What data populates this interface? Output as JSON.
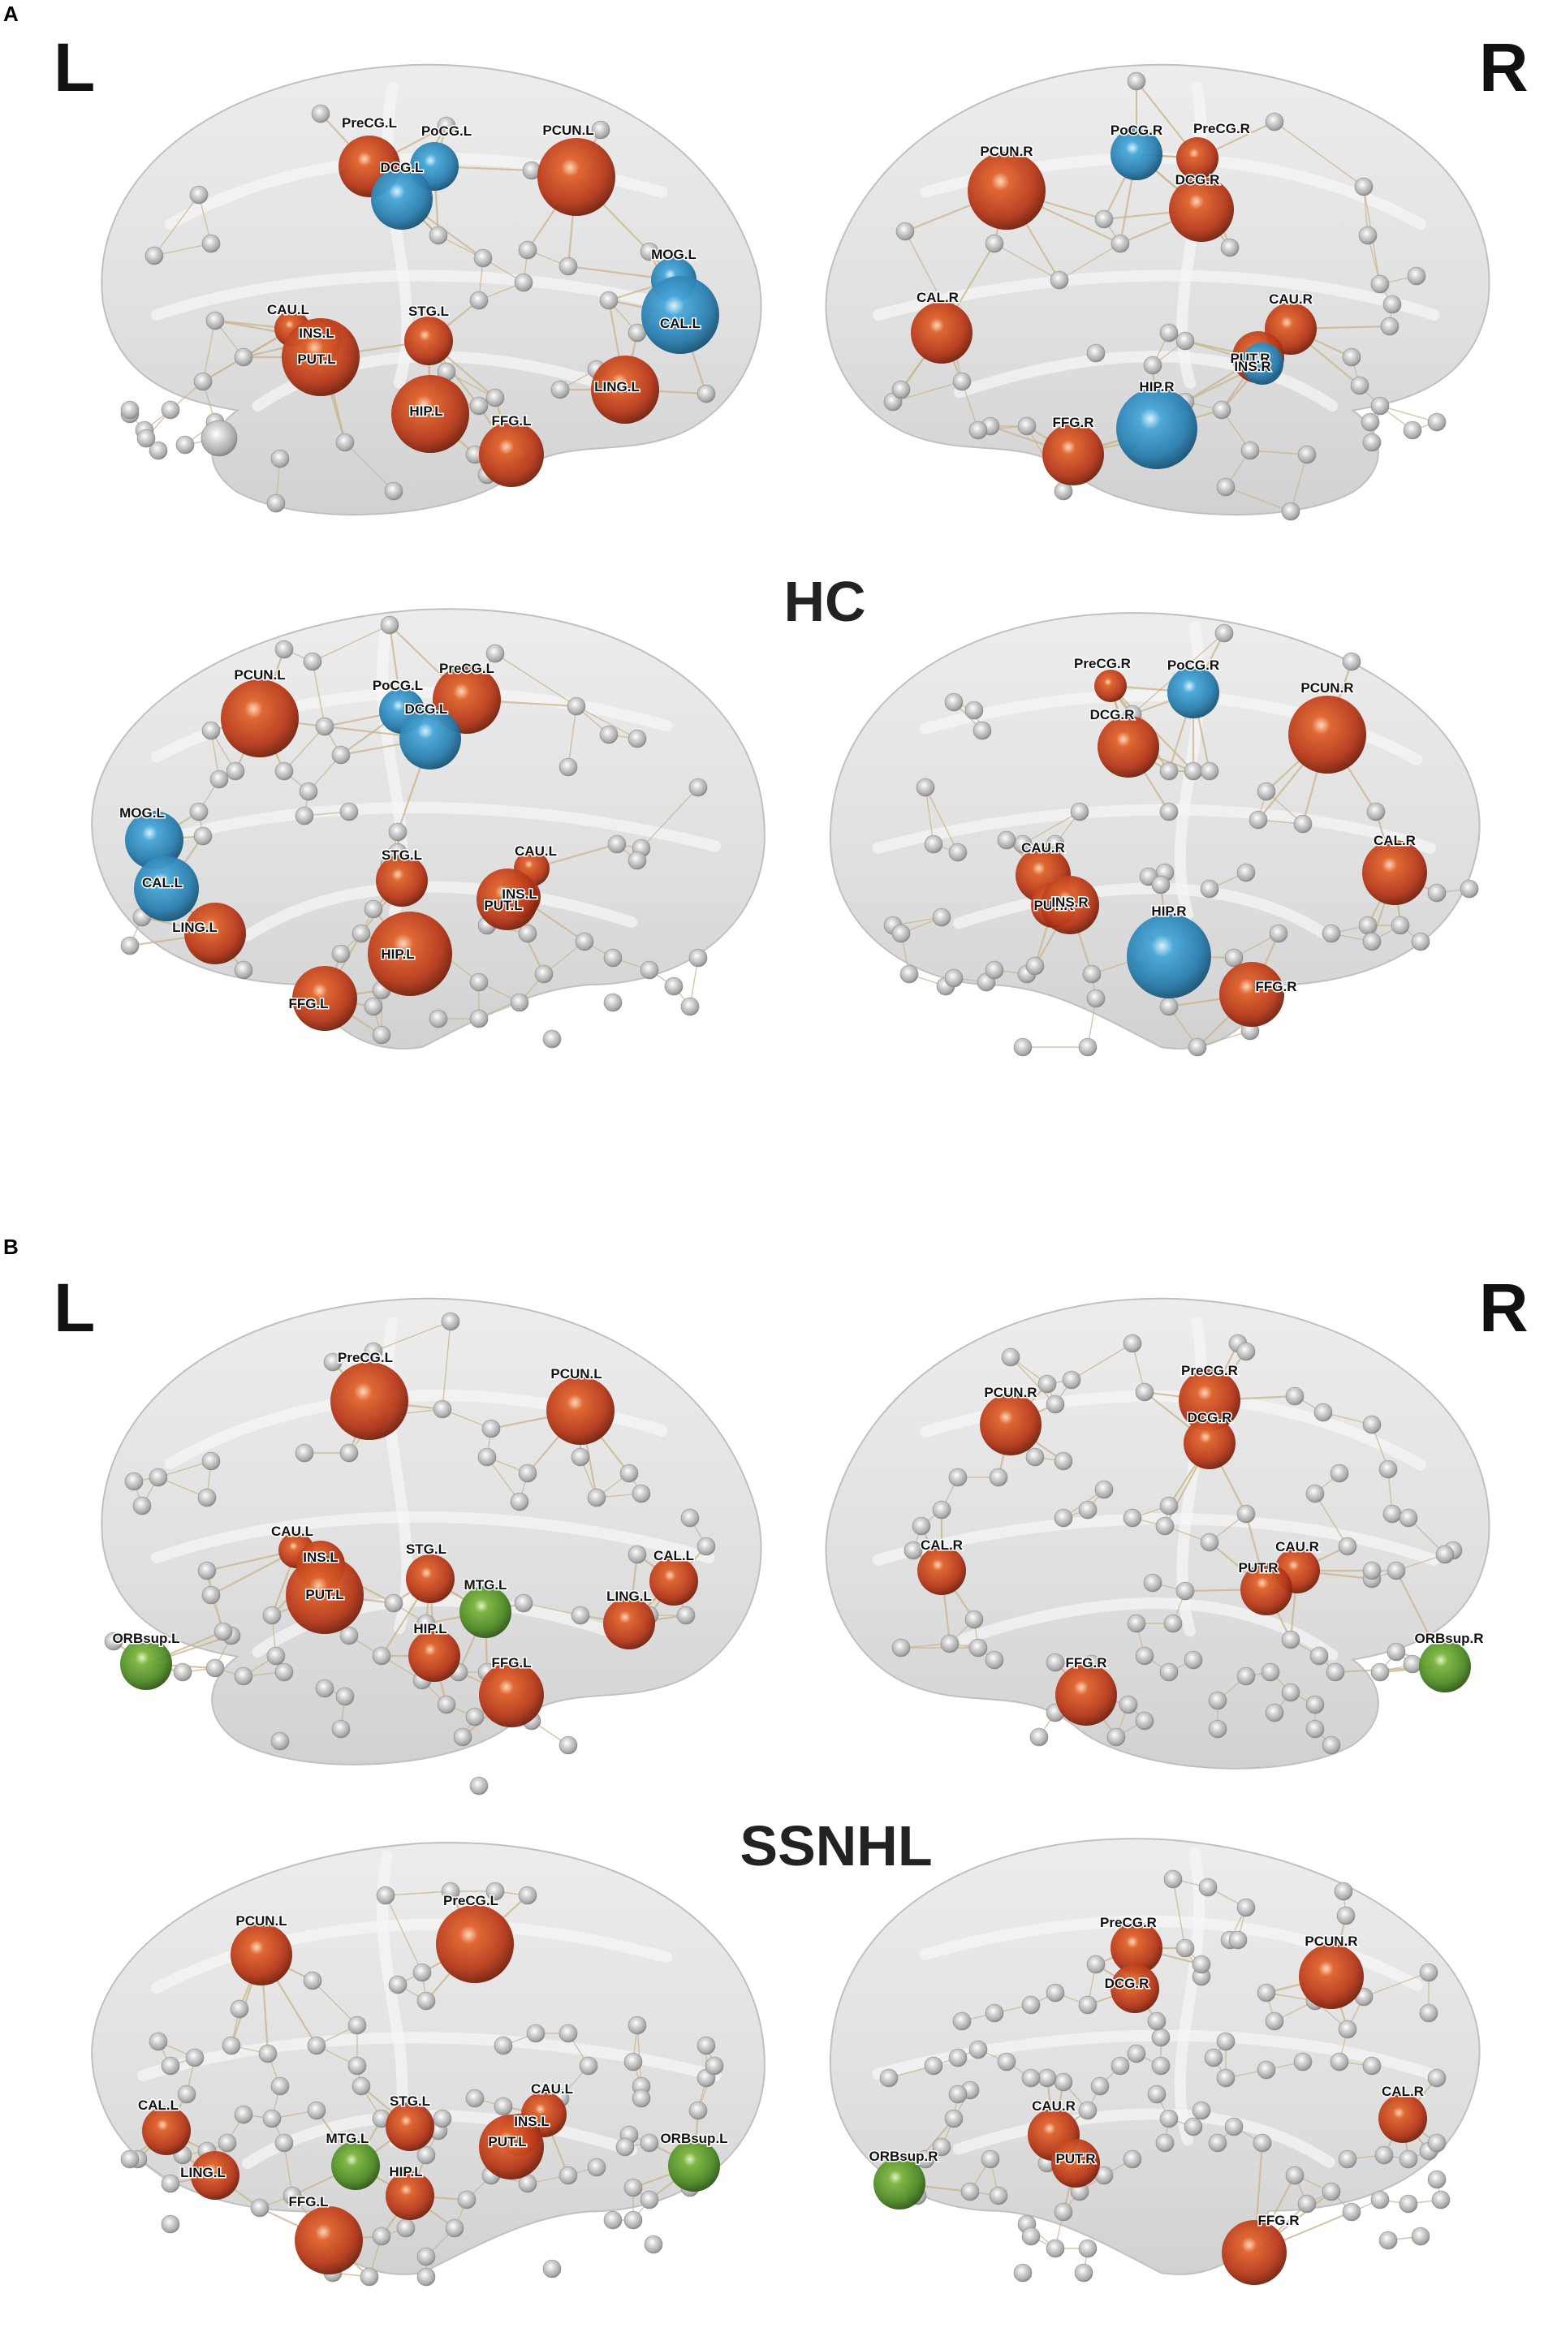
{
  "panels": [
    {
      "label": "A",
      "group": "HC",
      "left": "L",
      "right": "R"
    },
    {
      "label": "B",
      "group": "SSNHL",
      "left": "L",
      "right": "R"
    }
  ],
  "colors": {
    "hub_red": "#c0421a",
    "hub_blue": "#2c8bbd",
    "hub_green": "#5a9a2c",
    "node_grey": "#b9b9b9",
    "brain": "#dcdcdc",
    "edge": "#c9b48a"
  },
  "views": [
    {
      "id": "A-lat-L",
      "panel": "A",
      "nodes": [
        {
          "label": "PreCG.L",
          "color": "red"
        },
        {
          "label": "PoCG.L",
          "color": "blue"
        },
        {
          "label": "DCG.L",
          "color": "blue"
        },
        {
          "label": "PCUN.L",
          "color": "red"
        },
        {
          "label": "MOG.L",
          "color": "blue"
        },
        {
          "label": "CAL.L",
          "color": "blue"
        },
        {
          "label": "CAU.L",
          "color": "red"
        },
        {
          "label": "INS.L",
          "color": "red"
        },
        {
          "label": "PUT.L",
          "color": "red"
        },
        {
          "label": "STG.L",
          "color": "red"
        },
        {
          "label": "HIP.L",
          "color": "red"
        },
        {
          "label": "LING.L",
          "color": "red"
        },
        {
          "label": "FFG.L",
          "color": "red"
        }
      ]
    },
    {
      "id": "A-lat-R",
      "panel": "A",
      "nodes": [
        {
          "label": "PoCG.R",
          "color": "blue"
        },
        {
          "label": "PreCG.R",
          "color": "red"
        },
        {
          "label": "PCUN.R",
          "color": "red"
        },
        {
          "label": "DCG.R",
          "color": "red"
        },
        {
          "label": "CAL.R",
          "color": "red"
        },
        {
          "label": "CAU.R",
          "color": "red"
        },
        {
          "label": "PUT.R",
          "color": "red"
        },
        {
          "label": "INS.R",
          "color": "blue"
        },
        {
          "label": "HIP.R",
          "color": "blue"
        },
        {
          "label": "FFG.R",
          "color": "red"
        }
      ]
    },
    {
      "id": "A-med-L",
      "panel": "A",
      "nodes": [
        {
          "label": "PCUN.L",
          "color": "red"
        },
        {
          "label": "PoCG.L",
          "color": "blue"
        },
        {
          "label": "PreCG.L",
          "color": "red"
        },
        {
          "label": "DCG.L",
          "color": "blue"
        },
        {
          "label": "MOG.L",
          "color": "blue"
        },
        {
          "label": "CAL.L",
          "color": "blue"
        },
        {
          "label": "LING.L",
          "color": "red"
        },
        {
          "label": "STG.L",
          "color": "red"
        },
        {
          "label": "CAU.L",
          "color": "red"
        },
        {
          "label": "INS.L",
          "color": "red"
        },
        {
          "label": "PUT.L",
          "color": "red"
        },
        {
          "label": "HIP.L",
          "color": "red"
        },
        {
          "label": "FFG.L",
          "color": "red"
        }
      ]
    },
    {
      "id": "A-med-R",
      "panel": "A",
      "nodes": [
        {
          "label": "PreCG.R",
          "color": "red"
        },
        {
          "label": "PoCG.R",
          "color": "blue"
        },
        {
          "label": "DCG.R",
          "color": "red"
        },
        {
          "label": "PCUN.R",
          "color": "red"
        },
        {
          "label": "CAL.R",
          "color": "red"
        },
        {
          "label": "CAU.R",
          "color": "red"
        },
        {
          "label": "PUT.R",
          "color": "red"
        },
        {
          "label": "INS.R",
          "color": "red"
        },
        {
          "label": "HIP.R",
          "color": "blue"
        },
        {
          "label": "FFG.R",
          "color": "red"
        }
      ]
    },
    {
      "id": "B-lat-L",
      "panel": "B",
      "nodes": [
        {
          "label": "PreCG.L",
          "color": "red"
        },
        {
          "label": "PCUN.L",
          "color": "red"
        },
        {
          "label": "CAU.L",
          "color": "red"
        },
        {
          "label": "INS.L",
          "color": "red"
        },
        {
          "label": "PUT.L",
          "color": "red"
        },
        {
          "label": "STG.L",
          "color": "red"
        },
        {
          "label": "MTG.L",
          "color": "green"
        },
        {
          "label": "CAL.L",
          "color": "red"
        },
        {
          "label": "LING.L",
          "color": "red"
        },
        {
          "label": "ORBsup.L",
          "color": "green"
        },
        {
          "label": "HIP.L",
          "color": "red"
        },
        {
          "label": "FFG.L",
          "color": "red"
        }
      ]
    },
    {
      "id": "B-lat-R",
      "panel": "B",
      "nodes": [
        {
          "label": "PreCG.R",
          "color": "red"
        },
        {
          "label": "PCUN.R",
          "color": "red"
        },
        {
          "label": "DCG.R",
          "color": "red"
        },
        {
          "label": "CAL.R",
          "color": "red"
        },
        {
          "label": "CAU.R",
          "color": "red"
        },
        {
          "label": "PUT.R",
          "color": "red"
        },
        {
          "label": "ORBsup.R",
          "color": "green"
        },
        {
          "label": "FFG.R",
          "color": "red"
        }
      ]
    },
    {
      "id": "B-med-L",
      "panel": "B",
      "nodes": [
        {
          "label": "PreCG.L",
          "color": "red"
        },
        {
          "label": "PCUN.L",
          "color": "red"
        },
        {
          "label": "CAL.L",
          "color": "red"
        },
        {
          "label": "STG.L",
          "color": "red"
        },
        {
          "label": "CAU.L",
          "color": "red"
        },
        {
          "label": "INS.L",
          "color": "red"
        },
        {
          "label": "PUT.L",
          "color": "red"
        },
        {
          "label": "MTG.L",
          "color": "green"
        },
        {
          "label": "LING.L",
          "color": "red"
        },
        {
          "label": "HIP.L",
          "color": "red"
        },
        {
          "label": "ORBsup.L",
          "color": "green"
        },
        {
          "label": "FFG.L",
          "color": "red"
        }
      ]
    },
    {
      "id": "B-med-R",
      "panel": "B",
      "nodes": [
        {
          "label": "PreCG.R",
          "color": "red"
        },
        {
          "label": "DCG.R",
          "color": "red"
        },
        {
          "label": "PCUN.R",
          "color": "red"
        },
        {
          "label": "CAU.R",
          "color": "red"
        },
        {
          "label": "PUT.R",
          "color": "red"
        },
        {
          "label": "CAL.R",
          "color": "red"
        },
        {
          "label": "ORBsup.R",
          "color": "green"
        },
        {
          "label": "FFG.R",
          "color": "red"
        }
      ]
    }
  ]
}
